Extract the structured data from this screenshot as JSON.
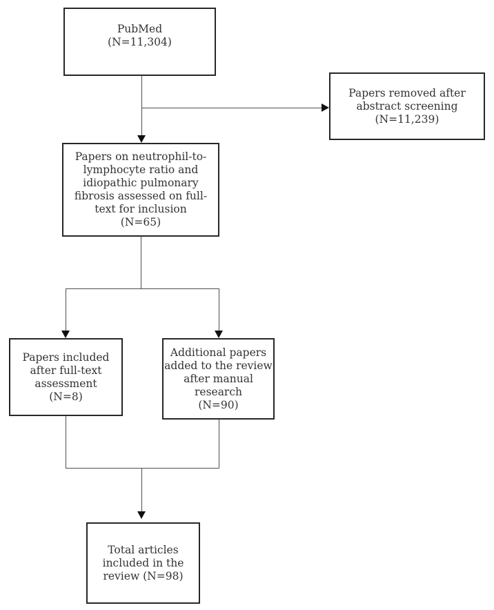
{
  "diagram": {
    "type": "flowchart",
    "description": "Study selection flow diagram",
    "colors": {
      "background": "#ffffff",
      "box_border": "#262626",
      "connector_line": "#4d4d4d",
      "arrowhead": "#111111",
      "text": "#333333"
    },
    "boxes": {
      "pubmed": {
        "text": "PubMed\n(N=11,304)"
      },
      "removed": {
        "text": "Papers removed after\nabstract screening\n(N=11,239)"
      },
      "assessed": {
        "text": "Papers on neutrophil-to-\nlymphocyte ratio and\nidiopathic pulmonary\nfibrosis assessed on full-\ntext for inclusion\n(N=65)"
      },
      "included": {
        "text": "Papers included\nafter full-text\nassessment\n(N=8)"
      },
      "additional": {
        "text": "Additional papers\nadded to the review\nafter manual\nresearch\n(N=90)"
      },
      "total": {
        "text": "Total articles\nincluded in the\nreview (N=98)"
      }
    },
    "edges": [
      {
        "from": "pubmed",
        "to": "removed"
      },
      {
        "from": "pubmed",
        "to": "assessed"
      },
      {
        "from": "assessed",
        "to": "included"
      },
      {
        "from": "assessed",
        "to": "additional"
      },
      {
        "from": "included",
        "to": "total"
      },
      {
        "from": "additional",
        "to": "total"
      }
    ]
  }
}
